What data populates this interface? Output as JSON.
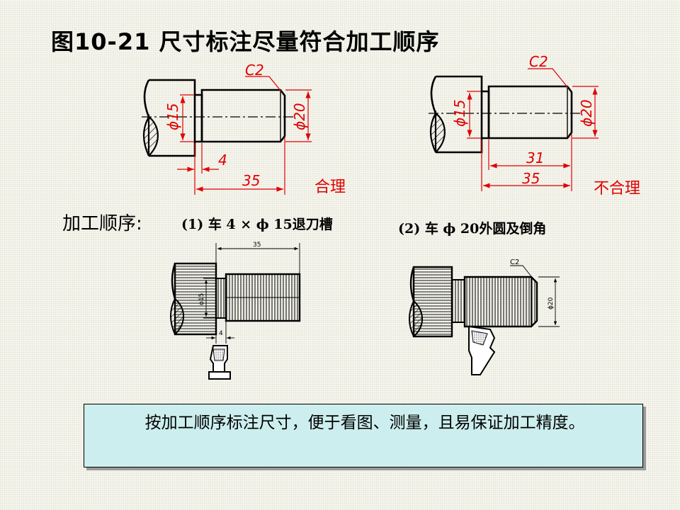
{
  "title": "图10-21    尺寸标注尽量符合加工顺序",
  "colors": {
    "dimension": "#e00000",
    "note_bg": "#cdeeee",
    "page_bg": "#f7f7ef"
  },
  "examples": [
    {
      "verdict": "合理",
      "dims": {
        "chamfer": "C2",
        "groove_dia": "ϕ15",
        "outer_dia": "ϕ20",
        "groove_len": "4",
        "total_len": "35"
      }
    },
    {
      "verdict": "不合理",
      "dims": {
        "chamfer": "C2",
        "groove_dia": "ϕ15",
        "outer_dia": "ϕ20",
        "body_len": "31",
        "total_len": "35"
      }
    }
  ],
  "order_label": "加工顺序:",
  "steps": [
    {
      "label": "(1) 车 4 × ϕ 15退刀槽",
      "dims": {
        "total_len": "35",
        "groove_dia": "ϕ15",
        "groove_len": "4"
      }
    },
    {
      "label": "(2) 车 ϕ 20外圆及倒角",
      "dims": {
        "chamfer": "C2",
        "outer_dia": "ϕ20"
      }
    }
  ],
  "note": "按加工顺序标注尺寸，便于看图、测量，且易保证加工精度。"
}
